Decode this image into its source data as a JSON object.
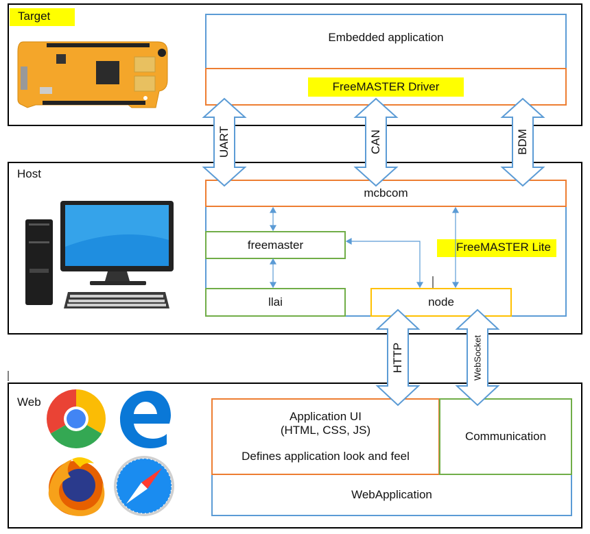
{
  "target": {
    "label": "Target",
    "embedded_app": "Embedded application",
    "driver": "FreeMASTER Driver"
  },
  "links_target_host": [
    "UART",
    "CAN",
    "BDM"
  ],
  "host": {
    "label": "Host",
    "mcbcom": "mcbcom",
    "freemaster": "freemaster",
    "llai": "llai",
    "node": "node",
    "lite_label": "FreeMASTER Lite"
  },
  "links_host_web": [
    "HTTP",
    "WebSocket"
  ],
  "web": {
    "label": "Web",
    "app_ui_line1": "Application UI",
    "app_ui_line2": "(HTML, CSS, JS)",
    "app_ui_line3": "Defines application look and feel",
    "communication": "Communication",
    "webapp": "WebApplication"
  },
  "icons": [
    "dev-board-icon",
    "desktop-computer-icon",
    "chrome-icon",
    "edge-icon",
    "firefox-icon",
    "safari-icon"
  ],
  "colors": {
    "blue": "#5b9bd5",
    "orange": "#ed7d31",
    "green": "#70ad47",
    "yellow": "#ffc000",
    "highlight": "#ffff00"
  }
}
